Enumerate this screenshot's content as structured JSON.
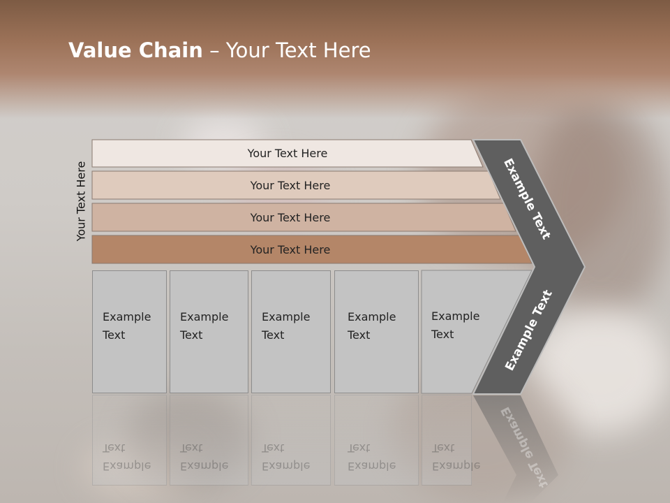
{
  "slide": {
    "title_bold": "Value Chain",
    "title_rest": " – Your Text Here",
    "side_label": "Your Text Here"
  },
  "bars": [
    {
      "label": "Your Text Here",
      "color": "#efe7e2"
    },
    {
      "label": "Your Text Here",
      "color": "#dfcbbd"
    },
    {
      "label": "Your Text Here",
      "color": "#cfb3a2"
    },
    {
      "label": "Your Text Here",
      "color": "#b48668"
    }
  ],
  "columns": [
    {
      "line1": "Example",
      "line2": "Text"
    },
    {
      "line1": "Example",
      "line2": "Text"
    },
    {
      "line1": "Example",
      "line2": "Text"
    },
    {
      "line1": "Example",
      "line2": "Text"
    },
    {
      "line1": "Example",
      "line2": "Text"
    }
  ],
  "chevron": {
    "upper_text": "Example Text",
    "lower_text": "Example Text",
    "color": "#5f5f5f",
    "border_color": "#bdbdbd"
  },
  "colors": {
    "header_band": "#9c7258",
    "column_fill": "#c3c3c3"
  }
}
